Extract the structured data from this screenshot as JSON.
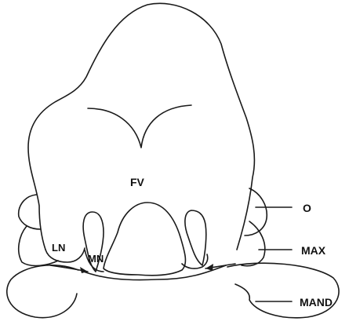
{
  "labels": {
    "forebrain_vesicle": "FV",
    "lateral_nasal": "LN",
    "medial_nasal": "MN",
    "optic": "O",
    "maxillary": "MAX",
    "mandibular": "MAND"
  },
  "colors": {
    "line": "#1a1a1a",
    "background": "#ffffff",
    "hatch": "#777777",
    "stipple": "#333333"
  }
}
